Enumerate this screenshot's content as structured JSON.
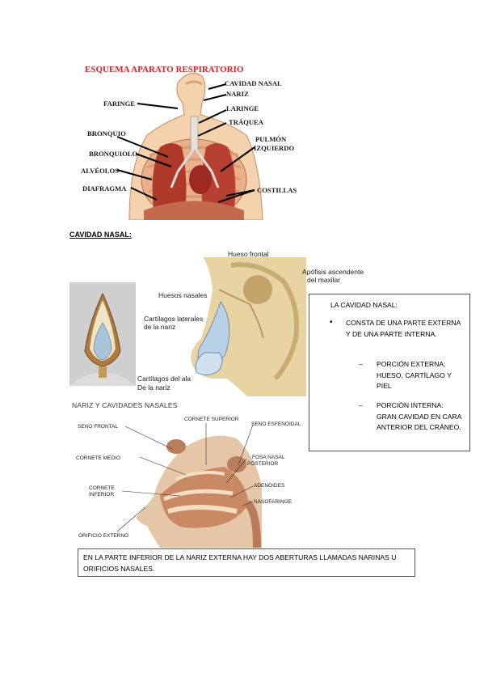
{
  "respiratory": {
    "title": "ESQUEMA APARATO RESPIRATORIO",
    "labels": {
      "cavidad_nasal": "CAVIDAD NASAL",
      "nariz": "NARIZ",
      "faringe": "FARINGE",
      "laringe": "LARINGE",
      "traquea": "TRÁQUEA",
      "bronquio": "BRONQUIO",
      "bronquiolo": "BRONQUIOLO",
      "pulmon_1": "PULMÓN",
      "pulmon_2": "IZQUIERDO",
      "alveolos": "ALVÉOLOS",
      "diafragma": "DIAFRAGMA",
      "costillas": "COSTILLAS"
    }
  },
  "section_heading": "CAVIDAD NASAL:",
  "nose": {
    "hueso_frontal": "Hueso frontal",
    "apofisis_1": "Apófisis ascendente",
    "apofisis_2": "del maxilar",
    "huesos_nasales": "Huesos nasales",
    "cartilagos_lat_1": "Cartílagos laterales",
    "cartilagos_lat_2": "de la nariz",
    "cartilagos_ala_1": "Cartílagos del ala",
    "cartilagos_ala_2": "De la nariz"
  },
  "cavities": {
    "title": "NARIZ Y CAVIDADES NASALES",
    "seno_frontal": "SENO FRONTAL",
    "cornete_superior": "CORNETE SUPERIOR",
    "seno_esfenoidal": "SENO ESFENOIDAL",
    "cornete_medio": "CORNETE MEDIO",
    "fosa_nasal_1": "FOSA NASAL",
    "fosa_nasal_2": "POSTERIOR",
    "cornete_inferior_1": "CORNETE",
    "cornete_inferior_2": "INFERIOR",
    "adenoides": "ADENOIDES",
    "nasofaringe": "NASOFARINGE",
    "orificio_externo": "ORIFICIO EXTERNO"
  },
  "info_box": {
    "title": "LA CAVIDAD NASAL:",
    "bullet": "CONSTA DE UNA PARTE EXTERNA Y DE UNA PARTE INTERNA.",
    "sub1": "PORCIÓN EXTERNA: HUESO, CARTÍLAGO Y PIEL",
    "sub2": "PORCIÓN INTERNA: GRAN CAVIDAD EN CARA ANTERIOR DEL CRÁNEO.",
    "bullet_symbol": "•",
    "dash_symbol": "–"
  },
  "note_box": {
    "text": "EN LA PARTE INFERIOR DE LA NARIZ EXTERNA HAY DOS ABERTURAS LLAMADAS NARINAS U ORIFICIOS NASALES."
  }
}
